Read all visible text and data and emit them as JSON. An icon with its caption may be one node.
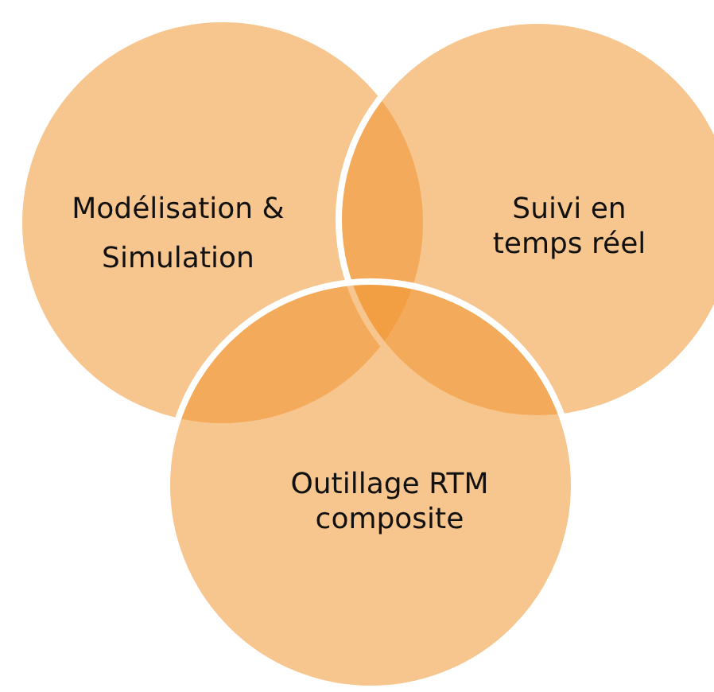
{
  "diagram": {
    "nodes": [
      {
        "text": [
          "Modélisation & Simulation"
        ]
      },
      {
        "text": [
          "Suivi en temps réel"
        ]
      },
      {
        "text": [
          "Outillage RTM composite"
        ]
      }
    ]
  }
}
